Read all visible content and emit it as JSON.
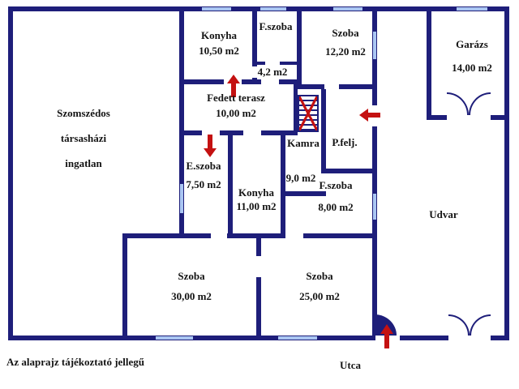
{
  "plan": {
    "rooms": {
      "konyha_top": {
        "name": "Konyha",
        "area": "10,50 m2"
      },
      "fszoba_top": {
        "name": "F.szoba"
      },
      "corridor": {
        "area": "4,2 m2"
      },
      "szoba_1220": {
        "name": "Szoba",
        "area": "12,20 m2"
      },
      "garazs": {
        "name": "Garázs",
        "area": "14,00 m2"
      },
      "fedett_terasz": {
        "name": "Fedett terasz",
        "area": "10,00 m2"
      },
      "eszoba": {
        "name": "E.szoba",
        "area": "7,50 m2"
      },
      "konyha_mid": {
        "name": "Konyha",
        "area": "11,00 m2"
      },
      "kamra": {
        "name": "Kamra",
        "area": "9,0 m2"
      },
      "pfelj": {
        "name": "P.felj."
      },
      "fszoba_mid": {
        "name": "F.szoba",
        "area": "8,00 m2"
      },
      "szoba_30": {
        "name": "Szoba",
        "area": "30,00 m2"
      },
      "szoba_25": {
        "name": "Szoba",
        "area": "25,00 m2"
      }
    },
    "outside": {
      "neighbor_lines": [
        "Szomszédos",
        "társasházi",
        "ingatlan"
      ],
      "udvar": "Udvar",
      "utca": "Utca"
    },
    "footer": {
      "disclaimer": "Az alaprajz tájékoztató jellegű"
    },
    "colors": {
      "wall": "#1e1e7a",
      "window": "#aac6f2",
      "arrow": "#c41111"
    }
  }
}
